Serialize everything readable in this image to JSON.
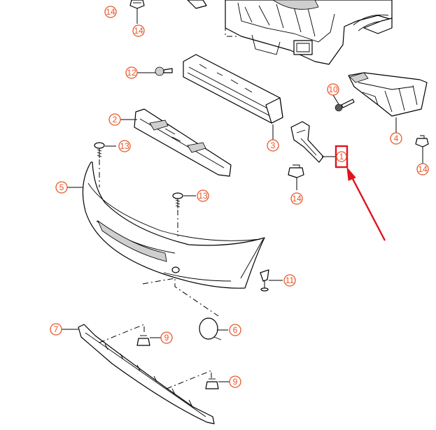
{
  "callouts": {
    "c14_top": "14",
    "c14_topb": "14",
    "c12": "12",
    "c10": "10",
    "c2": "2",
    "c13_a": "13",
    "c3": "3",
    "c4": "4",
    "c1": "1",
    "c14_right": "14",
    "c5": "5",
    "c13_b": "13",
    "c14_mid": "14",
    "c11": "11",
    "c6": "6",
    "c7": "7",
    "c9_a": "9",
    "c9_b": "9"
  },
  "colors": {
    "callout": "#e8572a",
    "highlight": "#e0141e",
    "line": "#000000"
  }
}
